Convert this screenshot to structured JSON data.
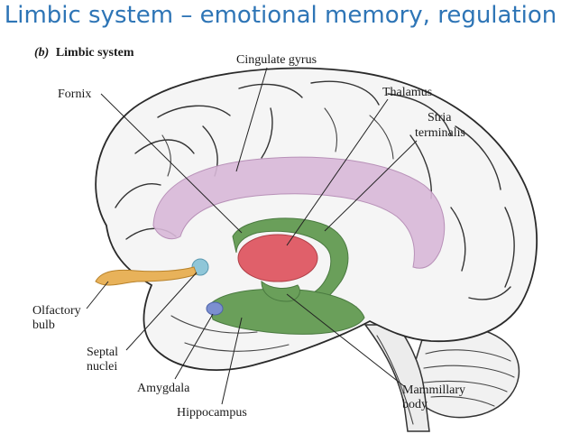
{
  "slide": {
    "title": "Limbic system –  emotional memory, regulation"
  },
  "figure": {
    "panel_letter": "(b)",
    "panel_title": "Limbic system",
    "labels": {
      "cingulate": "Cingulate gyrus",
      "fornix": "Fornix",
      "thalamus": "Thalamus",
      "stria_line1": "Stria",
      "stria_line2": "terminalis",
      "olfactory_line1": "Olfactory",
      "olfactory_line2": "bulb",
      "septal_line1": "Septal",
      "septal_line2": "nuclei",
      "amygdala": "Amygdala",
      "hippocampus": "Hippocampus",
      "mammillary_line1": "Mammillary",
      "mammillary_line2": "body"
    },
    "colors": {
      "cingulate": "#d8b8d8",
      "limbic_green": "#6a9f5a",
      "thalamus": "#e0606a",
      "olfactory": "#e8b25a",
      "septal": "#8fc6d8",
      "amygdala": "#7c8fd0"
    }
  }
}
